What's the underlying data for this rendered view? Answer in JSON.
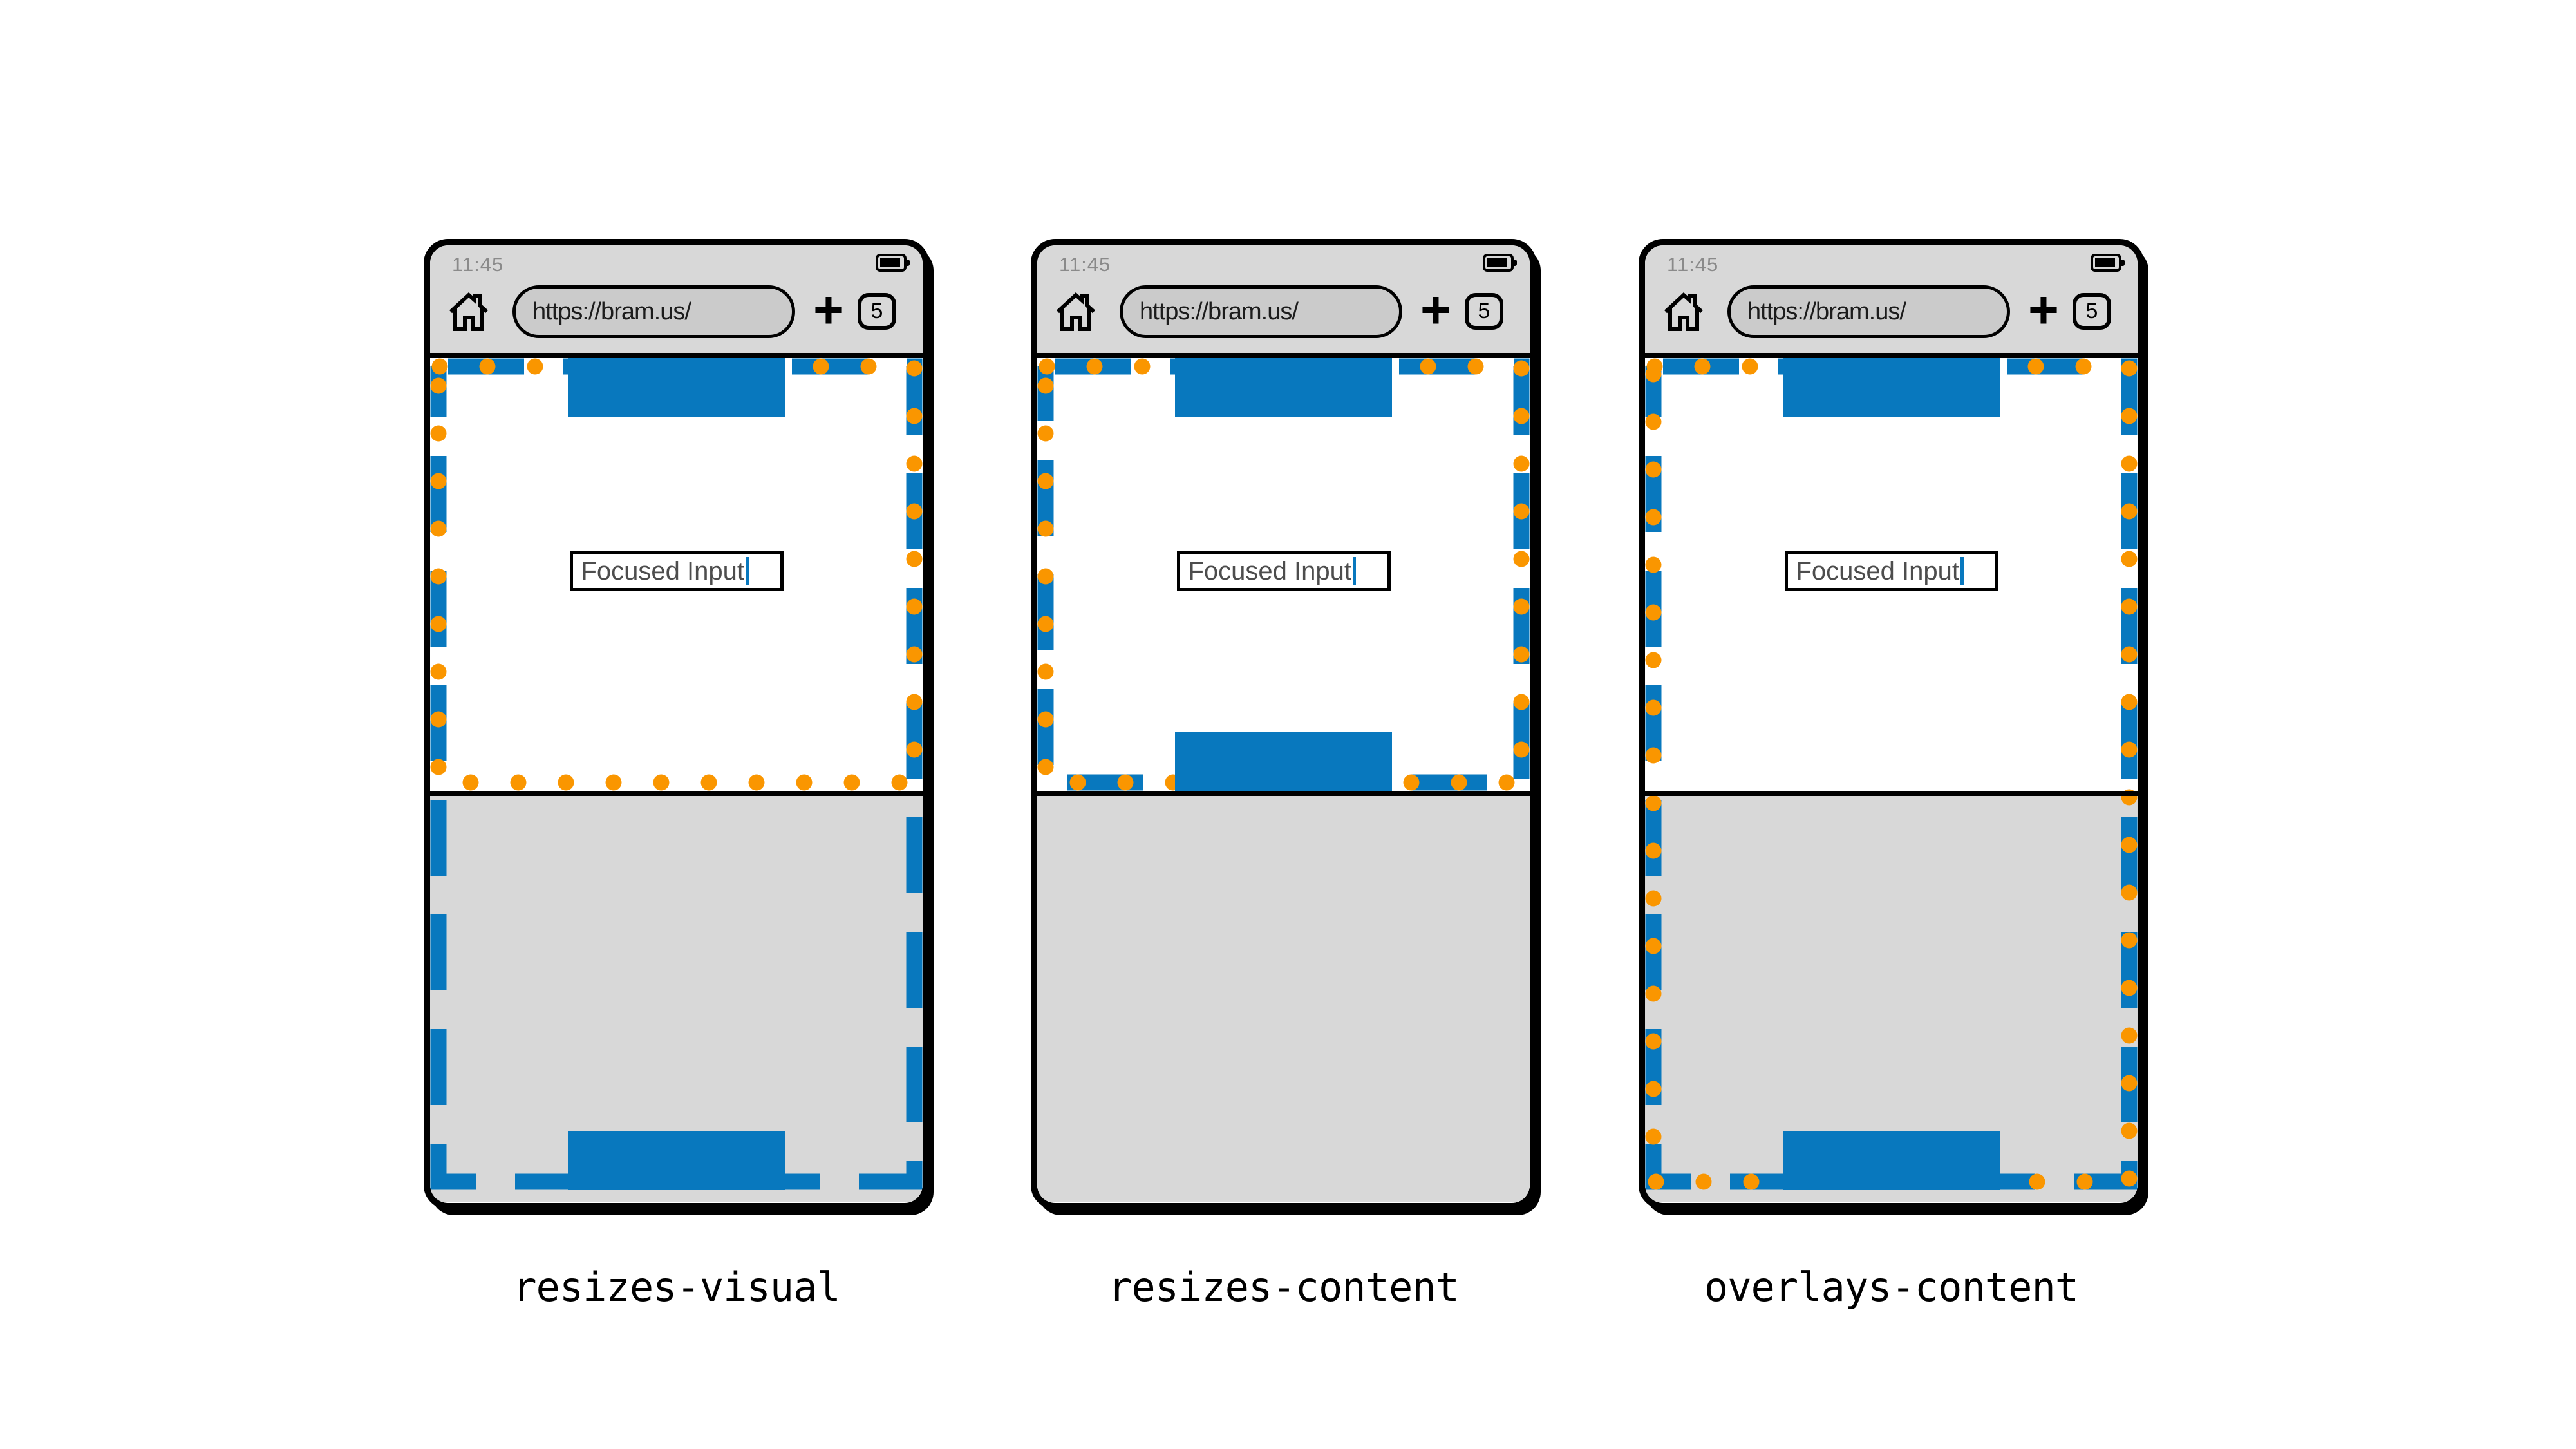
{
  "figure": {
    "captions": [
      "resizes-visual",
      "resizes-content",
      "overlays-content"
    ]
  },
  "colors": {
    "layout_viewport_blue": "#0878BE",
    "visual_viewport_orange": "#FA9600"
  },
  "browser_chrome": {
    "time": "11:45",
    "url": "https://bram.us/",
    "new_tab_button": "+",
    "tab_count": "5"
  },
  "webpage": {
    "focused_input_value": "Focused Input"
  },
  "icons": {
    "home": "home-icon",
    "battery": "battery-icon",
    "plus": "plus-icon"
  }
}
